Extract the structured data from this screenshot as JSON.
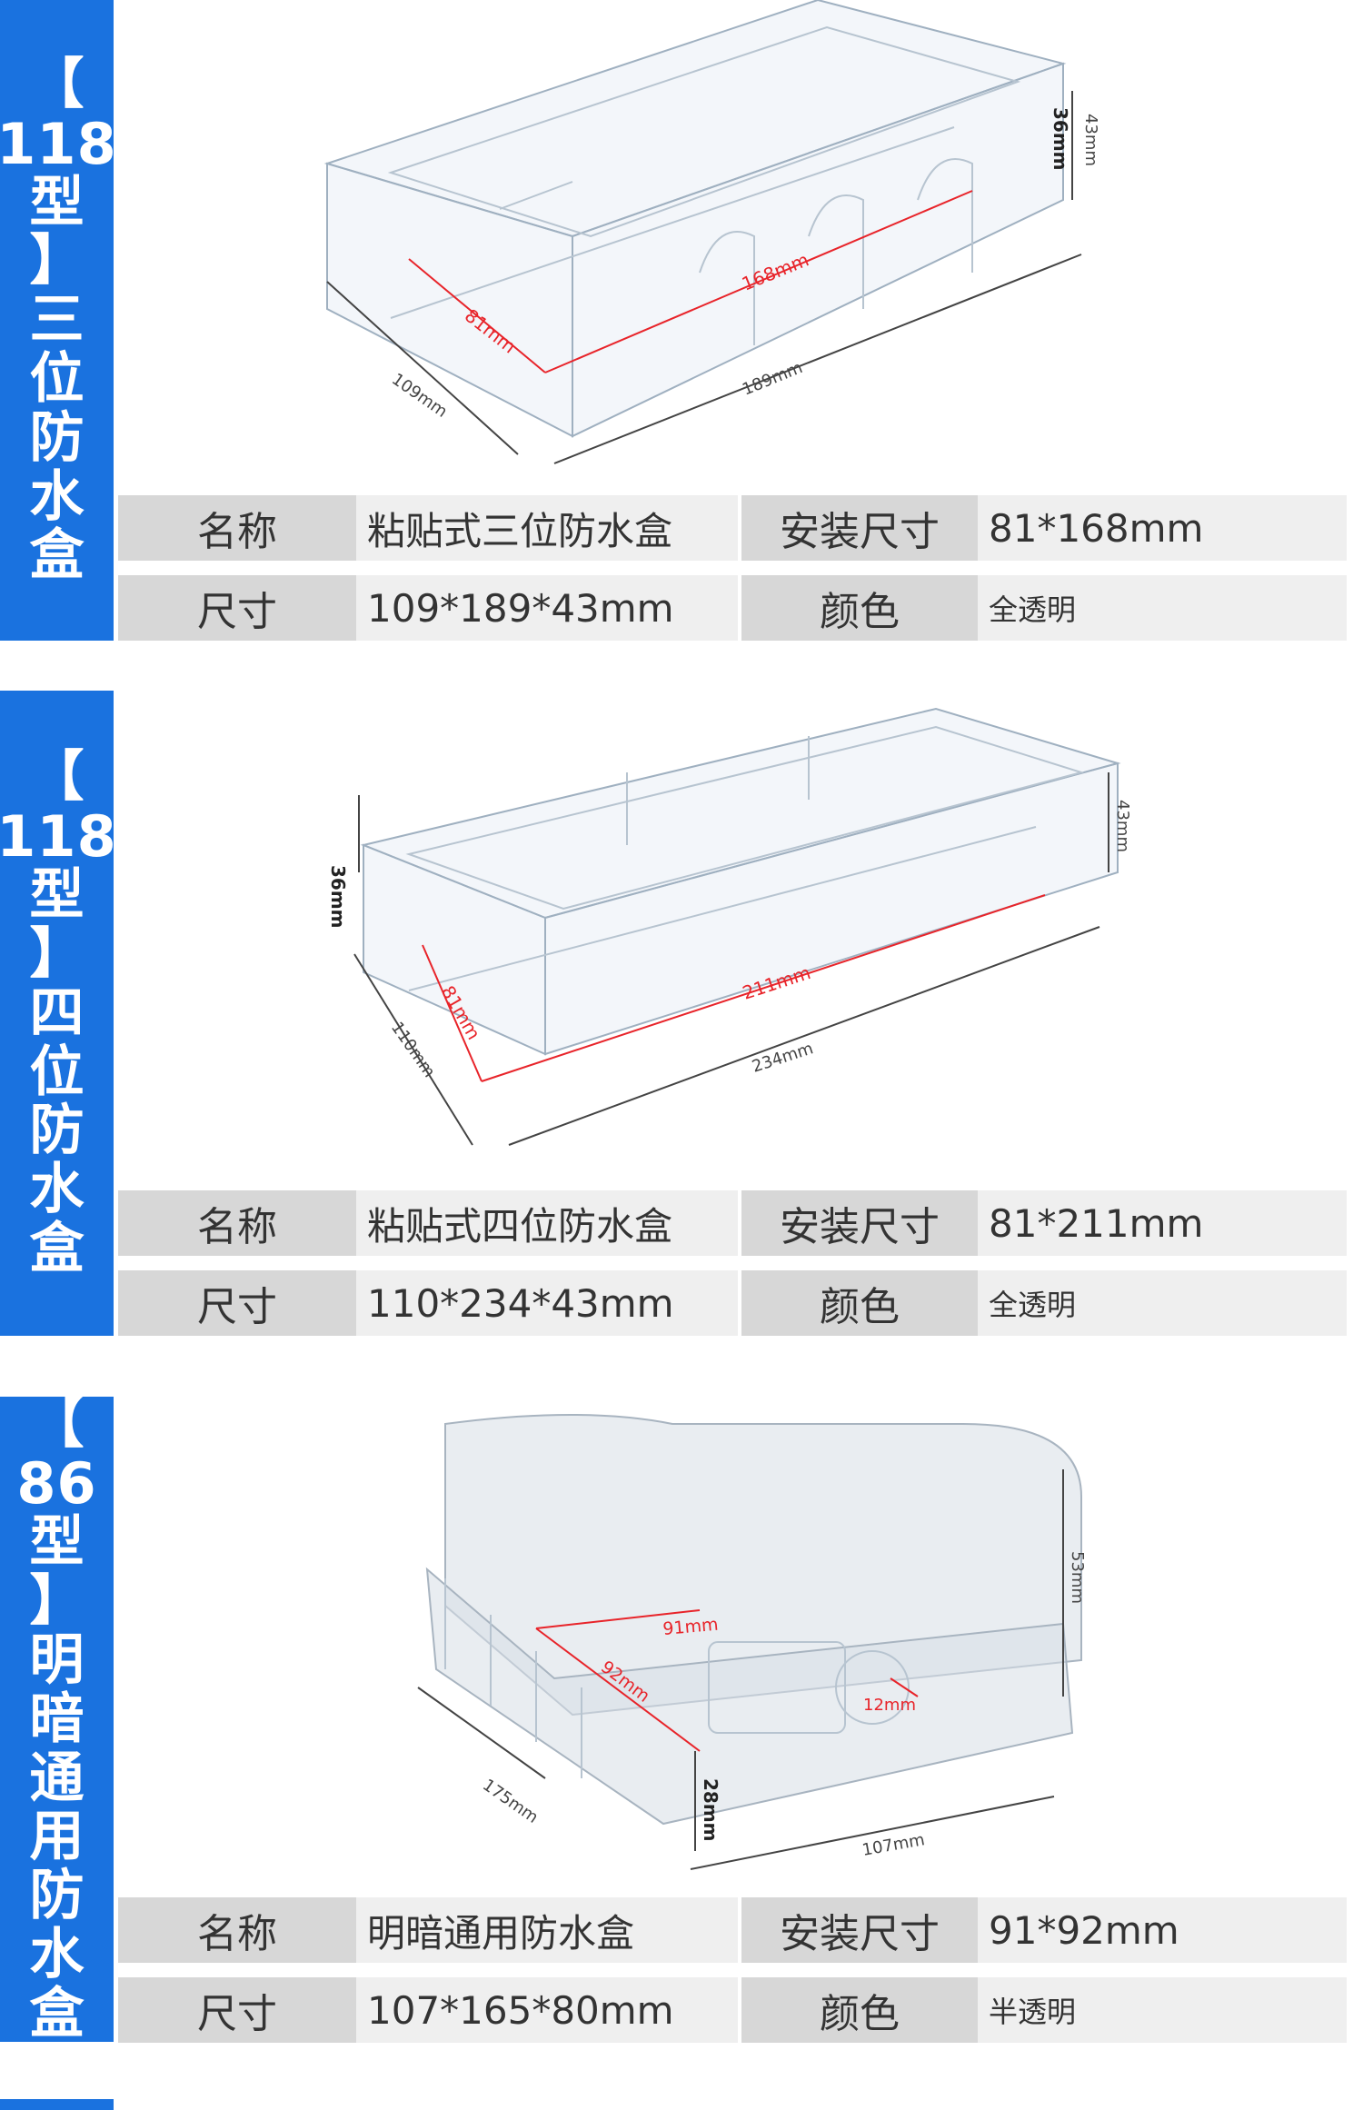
{
  "products": [
    {
      "model": "118",
      "type_chars": [
        "型",
        "】",
        "三",
        "位",
        "防",
        "水",
        "盒"
      ],
      "name_label": "名称",
      "name_value": "粘贴式三位防水盒",
      "install_label": "安装尺寸",
      "install_value": "81*168mm",
      "size_label": "尺寸",
      "size_value": "109*189*43mm",
      "color_label": "颜色",
      "color_value": "全透明",
      "dims": {
        "width": "81mm",
        "length": "168mm",
        "depth": "109mm",
        "long": "189mm",
        "h1": "43mm",
        "h2": "36mm"
      }
    },
    {
      "model": "118",
      "type_chars": [
        "型",
        "】",
        "四",
        "位",
        "防",
        "水",
        "盒"
      ],
      "name_label": "名称",
      "name_value": "粘贴式四位防水盒",
      "install_label": "安装尺寸",
      "install_value": "81*211mm",
      "size_label": "尺寸",
      "size_value": "110*234*43mm",
      "color_label": "颜色",
      "color_value": "全透明",
      "dims": {
        "width": "81mm",
        "length": "211mm",
        "depth": "110mm",
        "long": "234mm",
        "h1": "43mm",
        "h2": "36mm"
      }
    },
    {
      "model": "86",
      "type_chars": [
        "型",
        "】",
        "明",
        "暗",
        "通",
        "用",
        "防",
        "水",
        "盒"
      ],
      "name_label": "名称",
      "name_value": "明暗通用防水盒",
      "install_label": "安装尺寸",
      "install_value": "91*92mm",
      "size_label": "尺寸",
      "size_value": "107*165*80mm",
      "color_label": "颜色",
      "color_value": "半透明",
      "dims": {
        "a": "91mm",
        "b": "92mm",
        "c": "12mm",
        "h": "53mm",
        "d": "28mm",
        "long": "175mm",
        "w": "107mm"
      }
    }
  ],
  "bracket_open": "【",
  "colors": {
    "accent": "#1a72df",
    "label_bg": "#d7d7d7",
    "value_bg": "#efefef",
    "dim_red": "#e8242a"
  }
}
